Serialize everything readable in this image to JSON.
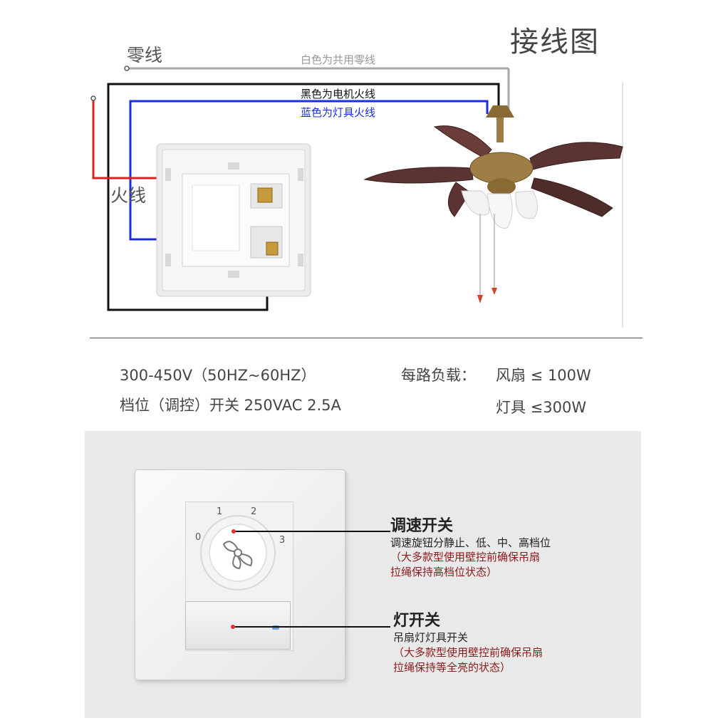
{
  "title": "接线图",
  "wires": {
    "neutral_label": "零线",
    "live_label": "火线",
    "white_note": "白色为共用零线",
    "black_note": "黑色为电机火线",
    "blue_note": "蓝色为灯具火线",
    "colors": {
      "white_wire": "#a8a8a8",
      "black_wire": "#111111",
      "blue_wire": "#1a2ee0",
      "red_wire": "#e0201a"
    }
  },
  "specs": {
    "voltage": "300-450V（50HZ~60HZ）",
    "rating": "档位（调控）开关 250VAC 2.5A",
    "load_label": "每路负载：",
    "fan_load": "风扇 ≤ 100W",
    "lamp_load": "灯具 ≤300W"
  },
  "dial_marks": [
    "0",
    "1",
    "2",
    "3"
  ],
  "speed_switch": {
    "title": "调速开关",
    "desc": "调速旋钮分静止、低、中、高档位",
    "note_line1": "（大多款型使用壁控前确保吊扇",
    "note_line2": "拉绳保持高档位状态）"
  },
  "light_switch": {
    "title": "灯开关",
    "desc": "吊扇灯灯具开关",
    "note_line1": "（大多款型使用壁控前确保吊扇",
    "note_line2": "拉绳保持等全亮的状态）"
  },
  "icons": {
    "fan": "fan-icon"
  }
}
